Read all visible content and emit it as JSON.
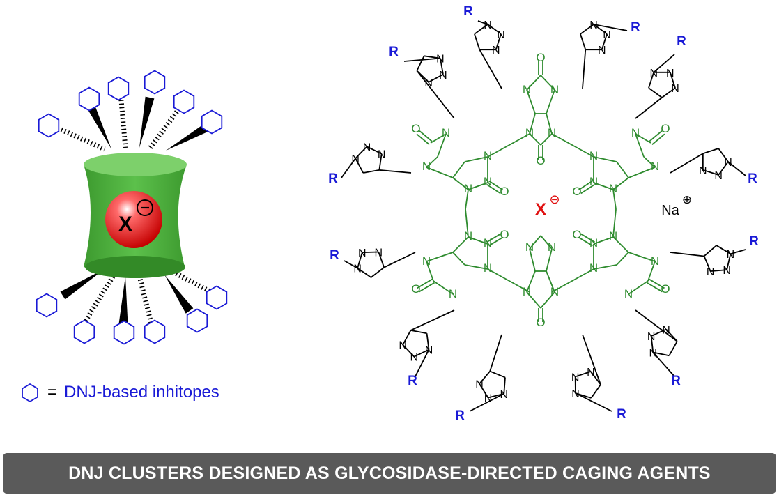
{
  "cage": {
    "anion_label": "X",
    "anion_charge": "⊖"
  },
  "legend": {
    "equals": "=",
    "text": "DNJ-based inhitopes"
  },
  "molecule": {
    "center_anion_label": "X",
    "center_anion_charge": "⊖",
    "counter_ion_label": "Na",
    "counter_ion_charge": "⊕",
    "substituent_label": "R",
    "nitrogen_label": "N",
    "oxygen_label": "O"
  },
  "colors": {
    "hexagon": "#1a1ad6",
    "cage_green": "#3fa535",
    "anion_red": "#e01010",
    "core_green": "#2e8b2e",
    "triazole_blue": "#1a1ad6",
    "banner_bg": "#5a5a5a"
  },
  "banner": {
    "title": "DNJ CLUSTERS DESIGNED AS GLYCOSIDASE-DIRECTED CAGING AGENTS"
  }
}
